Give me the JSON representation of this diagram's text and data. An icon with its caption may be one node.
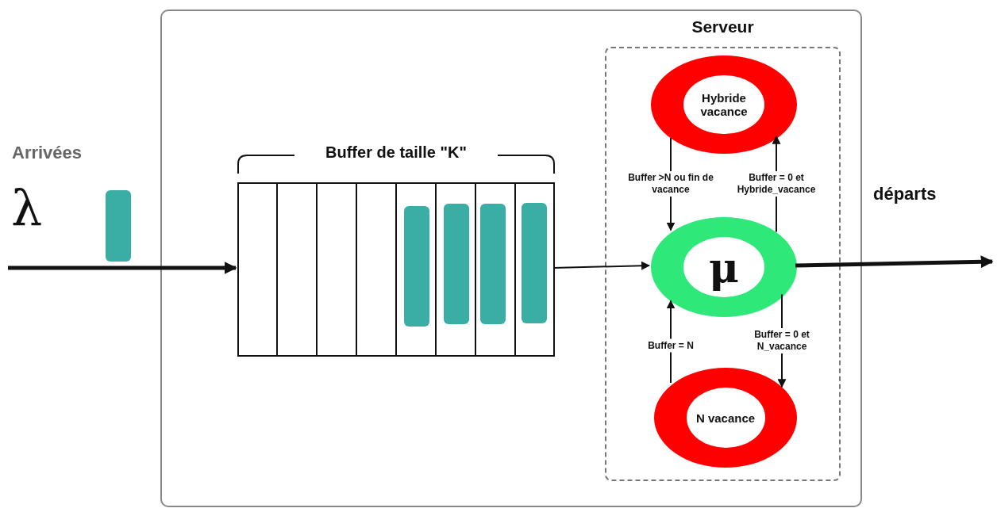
{
  "diagram": {
    "nodes": [
      {
        "text": [],
        "shape": "box"
      },
      {
        "text": [
          "Buffer de taille \"K\""
        ],
        "in": 0
      },
      {
        "text": [
          "Serveur"
        ],
        "in": 0
      },
      {
        "text": [
          "Hybride vacance"
        ],
        "in": 2
      },
      {
        "text": [
          "μ"
        ],
        "in": 2
      },
      {
        "text": [
          "N vacance"
        ],
        "in": 2
      },
      {
        "text": [],
        "shape": "bar"
      }
    ],
    "edges": [
      {
        "from": null,
        "to": 1,
        "arrow": "to",
        "style": "thick"
      },
      {
        "from": 1,
        "to": 4,
        "arrow": "to"
      },
      {
        "from": 4,
        "to": null,
        "arrow": "to",
        "style": "thick"
      },
      {
        "from": 3,
        "to": 4,
        "arrow": "to",
        "label": "Buffer >N ou fin de vacance"
      },
      {
        "from": 4,
        "to": 3,
        "arrow": "to",
        "label": "Buffer = 0 et Hybride_vacance"
      },
      {
        "from": 5,
        "to": 4,
        "arrow": "to",
        "label": "Buffer = N"
      },
      {
        "from": 4,
        "to": 5,
        "arrow": "to",
        "label": "Buffer = 0 et N_vacance"
      }
    ],
    "labels": [
      "Arrivées",
      "λ",
      "départs"
    ]
  }
}
